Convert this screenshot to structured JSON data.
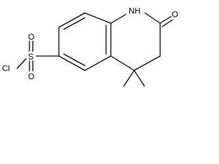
{
  "molecule": {
    "atoms": {
      "nh": "NH",
      "o_carbonyl": "O",
      "s": "S",
      "o_sulfonyl_top": "O",
      "o_sulfonyl_bottom": "O",
      "cl": "Cl"
    }
  }
}
